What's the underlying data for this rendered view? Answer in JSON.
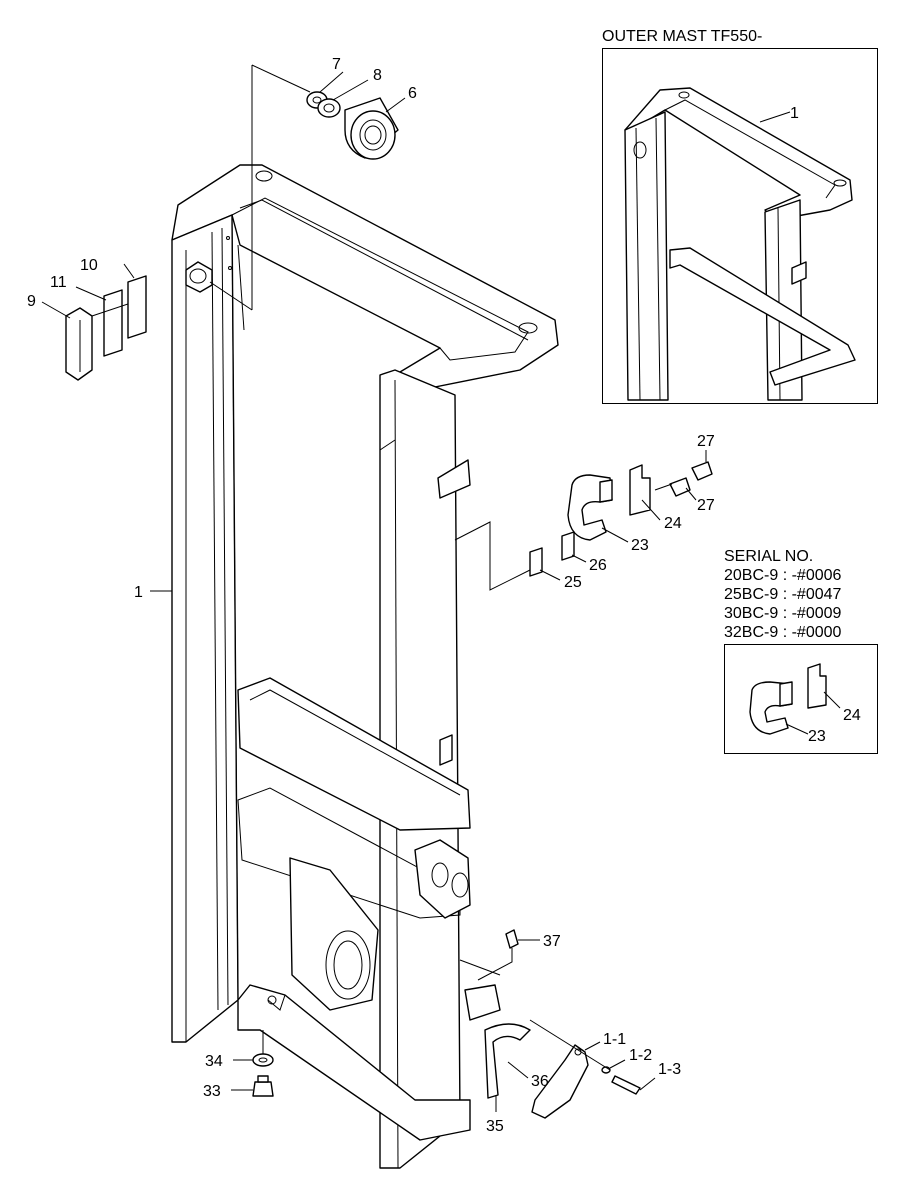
{
  "inset_top": {
    "title": "OUTER MAST TF550-"
  },
  "serial": {
    "heading": "SERIAL NO.",
    "lines": [
      "20BC-9 : -#0006",
      "25BC-9 : -#0047",
      "30BC-9 : -#0009",
      "32BC-9 : -#0000"
    ]
  },
  "callouts": {
    "c7": "7",
    "c8": "8",
    "c6": "6",
    "c10": "10",
    "c11": "11",
    "c9": "9",
    "c1": "1",
    "c1_inset": "1",
    "c27a": "27",
    "c27b": "27",
    "c24": "24",
    "c23": "23",
    "c26": "26",
    "c25": "25",
    "c24_inset": "24",
    "c23_inset": "23",
    "c37": "37",
    "c1_1": "1-1",
    "c1_2": "1-2",
    "c1_3": "1-3",
    "c36": "36",
    "c35": "35",
    "c34": "34",
    "c33": "33"
  }
}
